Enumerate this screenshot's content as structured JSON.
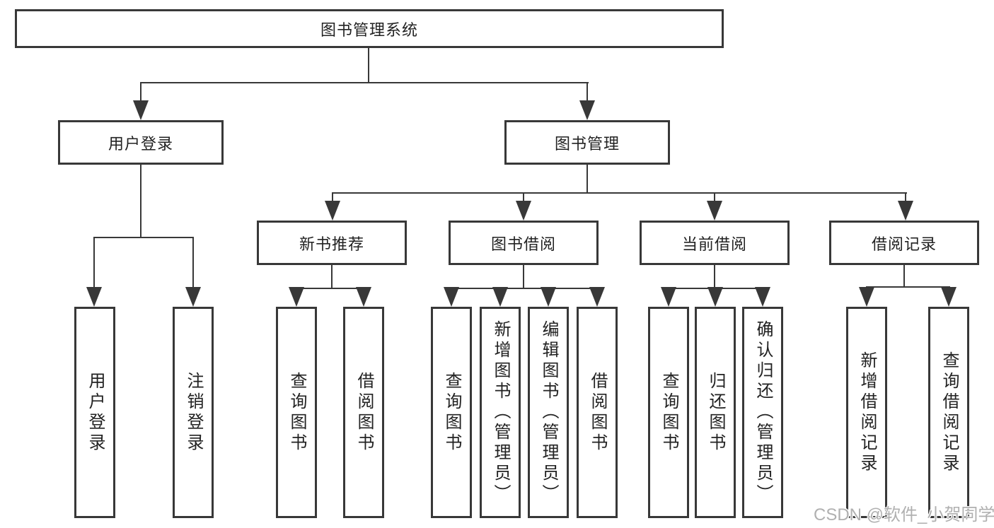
{
  "colors": {
    "line": "#383838",
    "text": "#222222",
    "watermark": "#b0b0b0"
  },
  "nodes": {
    "root": "图书管理系统",
    "user_login": "用户登录",
    "book_mgmt": "图书管理",
    "new_book_rec": "新书推荐",
    "book_borrow": "图书借阅",
    "current_borrow": "当前借阅",
    "borrow_records": "借阅记录",
    "leaf_user_login": "用户登录",
    "leaf_logout": "注销登录",
    "leaf_rec_query_books": "查询图书",
    "leaf_rec_borrow_books": "借阅图书",
    "leaf_bb_query_books": "查询图书",
    "leaf_bb_add_books": "新增图书（管理员）",
    "leaf_bb_edit_books": "编辑图书（管理员）",
    "leaf_bb_borrow_books": "借阅图书",
    "leaf_cb_query_books": "查询图书",
    "leaf_cb_return_books": "归还图书",
    "leaf_cb_confirm_return": "确认归还（管理员）",
    "leaf_br_add_record": "新增借阅记录",
    "leaf_br_query_record": "查询借阅记录"
  },
  "watermark": "CSDN @软件_小贺同学"
}
